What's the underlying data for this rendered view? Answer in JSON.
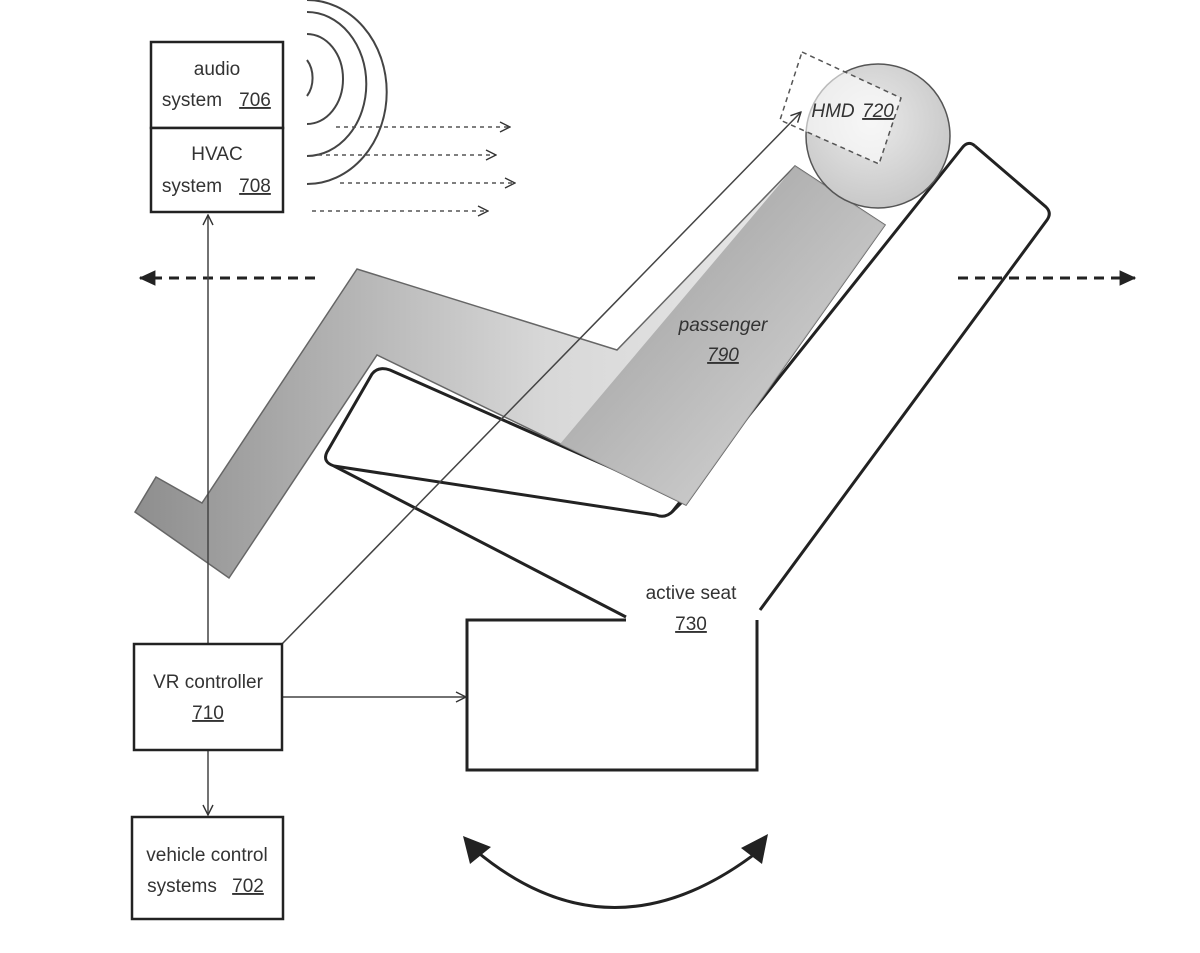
{
  "blocks": {
    "audio": {
      "line1": "audio",
      "line2": "system",
      "ref": "706"
    },
    "hvac": {
      "line1": "HVAC",
      "line2": "system",
      "ref": "708"
    },
    "vr_controller": {
      "line1": "VR controller",
      "ref": "710"
    },
    "vehicle_control": {
      "line1": "vehicle control",
      "line2": "systems",
      "ref": "702"
    }
  },
  "elements": {
    "hmd": {
      "label": "HMD",
      "ref": "720"
    },
    "passenger": {
      "label": "passenger",
      "ref": "790"
    },
    "active_seat": {
      "label": "active seat",
      "ref": "730"
    }
  },
  "colors": {
    "line": "#333333",
    "passenger_fill": "#9a9a9a",
    "passenger_light": "#e4e4e4",
    "head_fill": "#dcdcdc",
    "text": "#333333"
  }
}
